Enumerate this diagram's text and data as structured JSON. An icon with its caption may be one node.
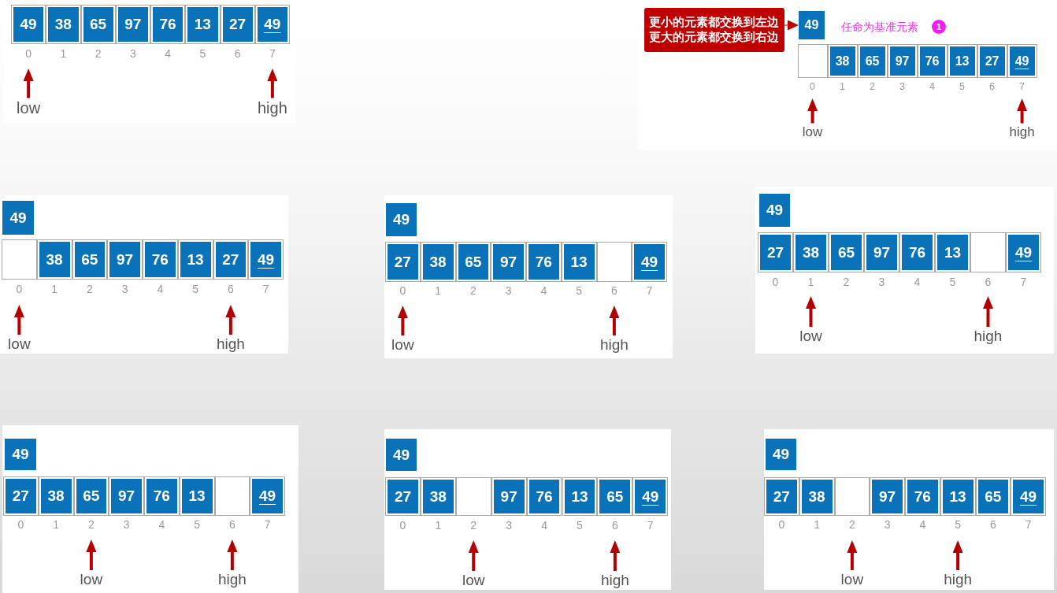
{
  "diagram": {
    "nodes": [
      {
        "text": [],
        "shape": "box"
      },
      {
        "text": [
          "49"
        ],
        "beside": [
          "0"
        ],
        "in": 0
      },
      {
        "text": [
          "38"
        ],
        "beside": [
          "1"
        ],
        "in": 0
      },
      {
        "text": [
          "65"
        ],
        "beside": [
          "2"
        ],
        "in": 0
      },
      {
        "text": [
          "97"
        ],
        "beside": [
          "3"
        ],
        "in": 0
      },
      {
        "text": [
          "76"
        ],
        "beside": [
          "4"
        ],
        "in": 0
      },
      {
        "text": [
          "13"
        ],
        "beside": [
          "5"
        ],
        "in": 0
      },
      {
        "text": [
          "27"
        ],
        "beside": [
          "6"
        ],
        "in": 0
      },
      {
        "text": [
          "49"
        ],
        "beside": [
          "7"
        ],
        "in": 0
      },
      {
        "text": [
          "low"
        ],
        "in": 0
      },
      {
        "text": [
          "high"
        ],
        "in": 0
      },
      {
        "text": [],
        "shape": "box"
      },
      {
        "text": [
          "更小的元素都交换到左边",
          "更大的元素都交换到右边"
        ],
        "in": 11
      },
      {
        "text": [
          "49"
        ],
        "in": 11
      },
      {
        "text": [
          "1"
        ],
        "in": 11
      },
      {
        "text": [],
        "shape": "box",
        "beside": [
          "0"
        ],
        "in": 11
      },
      {
        "text": [
          "38"
        ],
        "beside": [
          "1"
        ],
        "in": 11
      },
      {
        "text": [
          "65"
        ],
        "beside": [
          "2"
        ],
        "in": 11
      },
      {
        "text": [
          "97"
        ],
        "beside": [
          "3"
        ],
        "in": 11
      },
      {
        "text": [
          "76"
        ],
        "beside": [
          "4"
        ],
        "in": 11
      },
      {
        "text": [
          "13"
        ],
        "beside": [
          "5"
        ],
        "in": 11
      },
      {
        "text": [
          "27"
        ],
        "beside": [
          "6"
        ],
        "in": 11
      },
      {
        "text": [
          "49"
        ],
        "beside": [
          "7"
        ],
        "in": 11
      },
      {
        "text": [
          "low"
        ],
        "in": 11
      },
      {
        "text": [
          "high"
        ],
        "in": 11
      },
      {
        "text": [],
        "shape": "box"
      },
      {
        "text": [
          "49"
        ],
        "in": 25
      },
      {
        "text": [],
        "shape": "box",
        "beside": [
          "0"
        ],
        "in": 25
      },
      {
        "text": [
          "38"
        ],
        "beside": [
          "1"
        ],
        "in": 25
      },
      {
        "text": [
          "65"
        ],
        "beside": [
          "2"
        ],
        "in": 25
      },
      {
        "text": [
          "97"
        ],
        "beside": [
          "3"
        ],
        "in": 25
      },
      {
        "text": [
          "76"
        ],
        "beside": [
          "4"
        ],
        "in": 25
      },
      {
        "text": [
          "13"
        ],
        "beside": [
          "5"
        ],
        "in": 25
      },
      {
        "text": [
          "27"
        ],
        "beside": [
          "6"
        ],
        "in": 25
      },
      {
        "text": [
          "49"
        ],
        "beside": [
          "7"
        ],
        "in": 25
      },
      {
        "text": [
          "low"
        ],
        "in": 25
      },
      {
        "text": [
          "high"
        ],
        "in": 25
      },
      {
        "text": [],
        "shape": "box"
      },
      {
        "text": [
          "49"
        ],
        "in": 37
      },
      {
        "text": [
          "27"
        ],
        "beside": [
          "0"
        ],
        "in": 37
      },
      {
        "text": [
          "38"
        ],
        "beside": [
          "1"
        ],
        "in": 37
      },
      {
        "text": [
          "65"
        ],
        "beside": [
          "2"
        ],
        "in": 37
      },
      {
        "text": [
          "97"
        ],
        "beside": [
          "3"
        ],
        "in": 37
      },
      {
        "text": [
          "76"
        ],
        "beside": [
          "4"
        ],
        "in": 37
      },
      {
        "text": [
          "13"
        ],
        "beside": [
          "5"
        ],
        "in": 37
      },
      {
        "text": [],
        "shape": "box",
        "beside": [
          "6"
        ],
        "in": 37
      },
      {
        "text": [
          "49"
        ],
        "beside": [
          "7"
        ],
        "in": 37
      },
      {
        "text": [
          "low"
        ],
        "in": 37
      },
      {
        "text": [
          "high"
        ],
        "in": 37
      },
      {
        "text": [],
        "shape": "box"
      },
      {
        "text": [
          "49"
        ],
        "in": 49
      },
      {
        "text": [
          "27"
        ],
        "beside": [
          "0"
        ],
        "in": 49
      },
      {
        "text": [
          "38"
        ],
        "beside": [
          "1"
        ],
        "in": 49
      },
      {
        "text": [
          "65"
        ],
        "beside": [
          "2"
        ],
        "in": 49
      },
      {
        "text": [
          "97"
        ],
        "beside": [
          "3"
        ],
        "in": 49
      },
      {
        "text": [
          "76"
        ],
        "beside": [
          "4"
        ],
        "in": 49
      },
      {
        "text": [
          "13"
        ],
        "beside": [
          "5"
        ],
        "in": 49
      },
      {
        "text": [],
        "shape": "box",
        "beside": [
          "6"
        ],
        "in": 49
      },
      {
        "text": [
          "49"
        ],
        "beside": [
          "7"
        ],
        "in": 49
      },
      {
        "text": [
          "low"
        ],
        "in": 49
      },
      {
        "text": [
          "high"
        ],
        "in": 49
      },
      {
        "text": [],
        "shape": "box"
      },
      {
        "text": [
          "49"
        ],
        "in": 61
      },
      {
        "text": [
          "27"
        ],
        "beside": [
          "0"
        ],
        "in": 61
      },
      {
        "text": [
          "38"
        ],
        "beside": [
          "1"
        ],
        "in": 61
      },
      {
        "text": [
          "65"
        ],
        "beside": [
          "2"
        ],
        "in": 61
      },
      {
        "text": [
          "97"
        ],
        "beside": [
          "3"
        ],
        "in": 61
      },
      {
        "text": [
          "76"
        ],
        "beside": [
          "4"
        ],
        "in": 61
      },
      {
        "text": [
          "13"
        ],
        "beside": [
          "5"
        ],
        "in": 61
      },
      {
        "text": [],
        "shape": "box",
        "beside": [
          "6"
        ],
        "in": 61
      },
      {
        "text": [
          "49"
        ],
        "beside": [
          "7"
        ],
        "in": 61
      },
      {
        "text": [
          "low"
        ],
        "in": 61
      },
      {
        "text": [
          "high"
        ],
        "in": 61
      },
      {
        "text": [],
        "shape": "box"
      },
      {
        "text": [
          "49"
        ],
        "in": 73
      },
      {
        "text": [
          "27"
        ],
        "beside": [
          "0"
        ],
        "in": 73
      },
      {
        "text": [
          "38"
        ],
        "beside": [
          "1"
        ],
        "in": 73
      },
      {
        "text": [],
        "shape": "box",
        "beside": [
          "2"
        ],
        "in": 73
      },
      {
        "text": [
          "97"
        ],
        "beside": [
          "3"
        ],
        "in": 73
      },
      {
        "text": [
          "76"
        ],
        "beside": [
          "4"
        ],
        "in": 73
      },
      {
        "text": [
          "13"
        ],
        "beside": [
          "5"
        ],
        "in": 73
      },
      {
        "text": [
          "65"
        ],
        "beside": [
          "6"
        ],
        "in": 73
      },
      {
        "text": [
          "49"
        ],
        "beside": [
          "7"
        ],
        "in": 73
      },
      {
        "text": [
          "low"
        ],
        "in": 73
      },
      {
        "text": [
          "high"
        ],
        "in": 73
      },
      {
        "text": [],
        "shape": "box"
      },
      {
        "text": [
          "49"
        ],
        "in": 85
      },
      {
        "text": [
          "27"
        ],
        "beside": [
          "0"
        ],
        "in": 85
      },
      {
        "text": [
          "38"
        ],
        "beside": [
          "1"
        ],
        "in": 85
      },
      {
        "text": [],
        "shape": "box",
        "beside": [
          "2"
        ],
        "in": 85
      },
      {
        "text": [
          "97"
        ],
        "beside": [
          "3"
        ],
        "in": 85
      },
      {
        "text": [
          "76"
        ],
        "beside": [
          "4"
        ],
        "in": 85
      },
      {
        "text": [
          "13"
        ],
        "beside": [
          "5"
        ],
        "in": 85
      },
      {
        "text": [
          "65"
        ],
        "beside": [
          "6"
        ],
        "in": 85
      },
      {
        "text": [
          "49"
        ],
        "beside": [
          "7"
        ],
        "in": 85
      },
      {
        "text": [
          "low"
        ],
        "in": 85
      },
      {
        "text": [
          "high"
        ],
        "in": 85
      }
    ],
    "edges": [
      {
        "from": 9,
        "to": 1,
        "arrow": "to"
      },
      {
        "from": 10,
        "to": 8,
        "arrow": "to"
      },
      {
        "from": 12,
        "to": 13,
        "arrow": "to"
      },
      {
        "from": 23,
        "to": 15,
        "arrow": "to"
      },
      {
        "from": 24,
        "to": 22,
        "arrow": "to"
      },
      {
        "from": 35,
        "to": 27,
        "arrow": "to"
      },
      {
        "from": 36,
        "to": 33,
        "arrow": "to"
      },
      {
        "from": 47,
        "to": 39,
        "arrow": "to"
      },
      {
        "from": 48,
        "to": 45,
        "arrow": "to"
      },
      {
        "from": 59,
        "to": 52,
        "arrow": "to"
      },
      {
        "from": 60,
        "to": 57,
        "arrow": "to"
      },
      {
        "from": 71,
        "to": 65,
        "arrow": "to"
      },
      {
        "from": 72,
        "to": 69,
        "arrow": "to"
      },
      {
        "from": 83,
        "to": 77,
        "arrow": "to"
      },
      {
        "from": 84,
        "to": 81,
        "arrow": "to"
      },
      {
        "from": 95,
        "to": 89,
        "arrow": "to"
      },
      {
        "from": 96,
        "to": 92,
        "arrow": "to"
      }
    ],
    "labels": [
      "任命为基准元素"
    ]
  }
}
